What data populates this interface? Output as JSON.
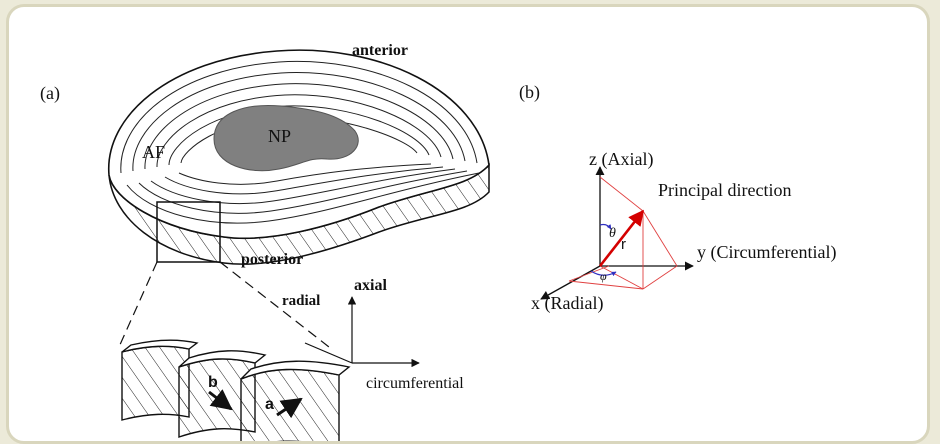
{
  "panel_a": {
    "label": "(a)",
    "anterior": "anterior",
    "posterior": "posterior",
    "np": "NP",
    "af": "AF",
    "axial": "axial",
    "radial": "radial",
    "circumferential": "circumferential",
    "fiber_a": "a",
    "fiber_b": "b"
  },
  "panel_b": {
    "label": "(b)",
    "z_axis": "z (Axial)",
    "y_axis": "y (Circumferential)",
    "x_axis": "x (Radial)",
    "principal": "Principal direction",
    "theta": "θ",
    "r": "r",
    "phi": "φ"
  },
  "colors": {
    "frame_border": "#d9d6bd",
    "background": "#ecead9",
    "vector": "#d40000",
    "angle": "#3030c0",
    "nucleus": "#808080"
  }
}
